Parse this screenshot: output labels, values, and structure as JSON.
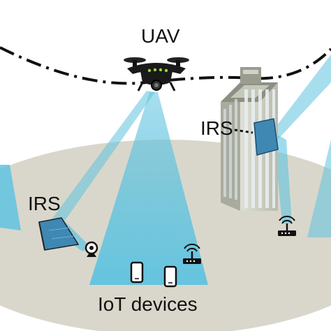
{
  "labels": {
    "uav": "UAV",
    "irs_left": "IRS",
    "irs_right": "IRS",
    "iot_devices": "IoT devices"
  },
  "icons": [
    "uav-drone-icon",
    "building-icon",
    "irs-panel-icon",
    "camera-icon",
    "smartphone-icon",
    "router-icon"
  ],
  "colors": {
    "ground": "#d9d7cb",
    "beam": "#5fc3e0",
    "irs_panel": "#3f88b4",
    "drone": "#1a1a1a",
    "drone_led": "#9ad63a",
    "building": "#c9cabd",
    "window": "#e8eef0"
  }
}
